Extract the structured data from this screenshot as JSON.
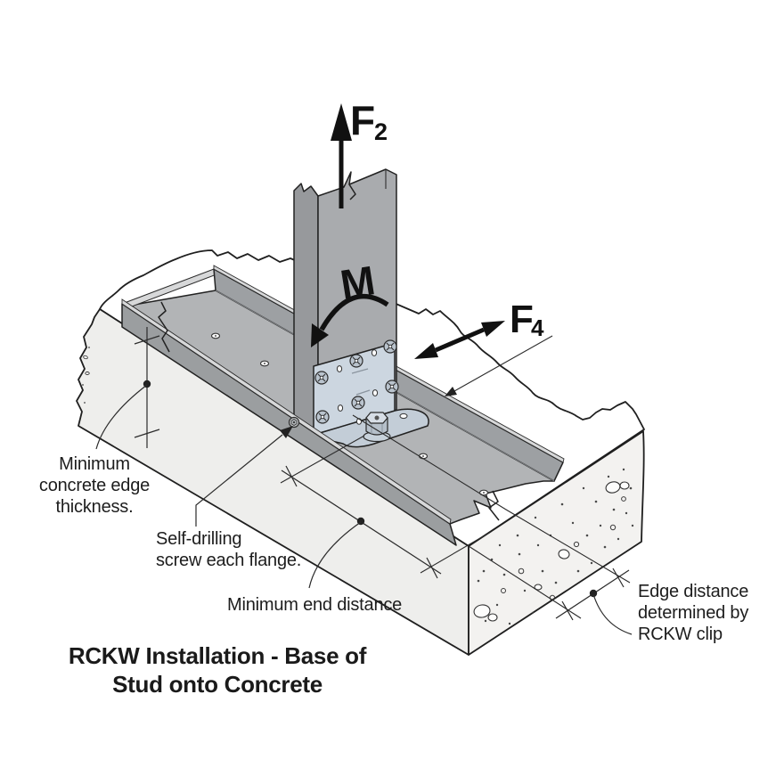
{
  "diagram": {
    "title_line1": "RCKW Installation - Base of",
    "title_line2": "Stud onto Concrete",
    "forces": {
      "f2": {
        "symbol": "F",
        "subscript": "2"
      },
      "f4": {
        "symbol": "F",
        "subscript": "4"
      },
      "moment": {
        "symbol": "M"
      }
    },
    "callouts": {
      "edge_thickness_1": "Minimum",
      "edge_thickness_2": "concrete edge",
      "edge_thickness_3": "thickness.",
      "screw_1": "Self-drilling",
      "screw_2": "screw each flange.",
      "end_distance": "Minimum end distance",
      "edge_distance_1": "Edge distance",
      "edge_distance_2": "determined by",
      "edge_distance_3": "RCKW clip"
    },
    "colors": {
      "steel_gray": "#a4a7aa",
      "steel_dark": "#97999c",
      "steel_light": "#d7d8d9",
      "clip_blue_gray": "#ccd6e0",
      "concrete_front": "#eeeeec",
      "concrete_side": "#f3f2f0",
      "line": "#1f1f1f"
    }
  }
}
